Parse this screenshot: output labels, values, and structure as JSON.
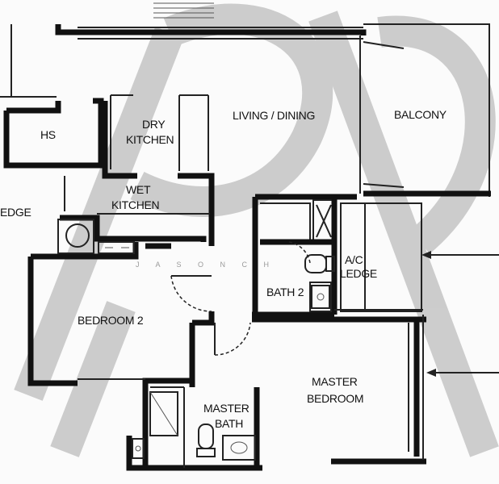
{
  "rooms": {
    "hs": "HS",
    "dry_kitchen_1": "DRY",
    "dry_kitchen_2": "KITCHEN",
    "living_dining": "LIVING / DINING",
    "balcony": "BALCONY",
    "ledge_left": "EDGE",
    "wet_kitchen_1": "WET",
    "wet_kitchen_2": "KITCHEN",
    "bedroom_2": "BEDROOM 2",
    "bath_2": "BATH 2",
    "ac_ledge_1": "A/C",
    "ac_ledge_2": "LEDGE",
    "master_bath_1": "MASTER",
    "master_bath_2": "BATH",
    "master_bedroom_1": "MASTER",
    "master_bedroom_2": "BEDROOM"
  },
  "watermark": {
    "text": "J A S O N   C H"
  },
  "colors": {
    "wall": "#111111",
    "watermark": "#bdbdbd",
    "paper": "#fbfbfb"
  }
}
